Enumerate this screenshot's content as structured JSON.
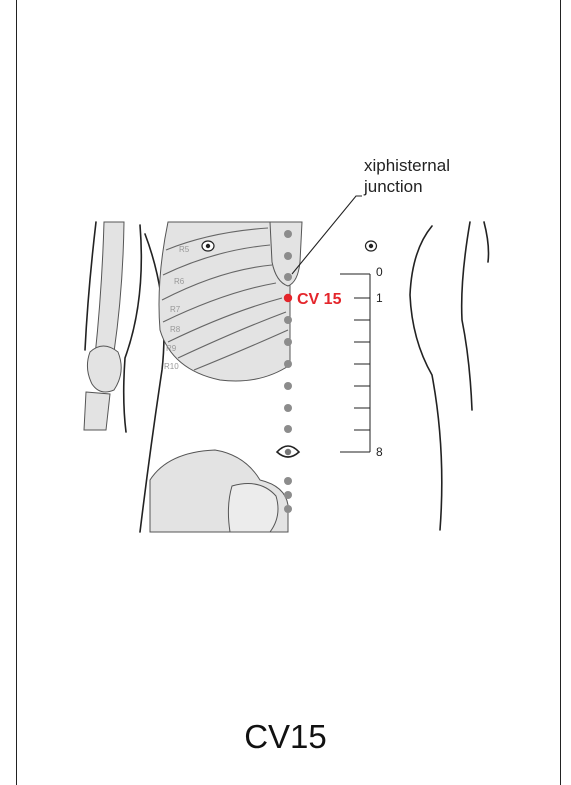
{
  "annotation": {
    "line1": "xiphisternal",
    "line2": "junction"
  },
  "point_label": "CV 15",
  "scale": {
    "top": "0",
    "mark": "1",
    "bottom": "8"
  },
  "rib_labels": [
    "R5",
    "R6",
    "R7",
    "R8",
    "R9",
    "R10"
  ],
  "title": "CV15",
  "colors": {
    "point": "#e4252b",
    "bone_fill": "#e3e3e3",
    "bone_stroke": "#555555",
    "meridian_dot": "#8c8c8c",
    "line": "#222222"
  }
}
